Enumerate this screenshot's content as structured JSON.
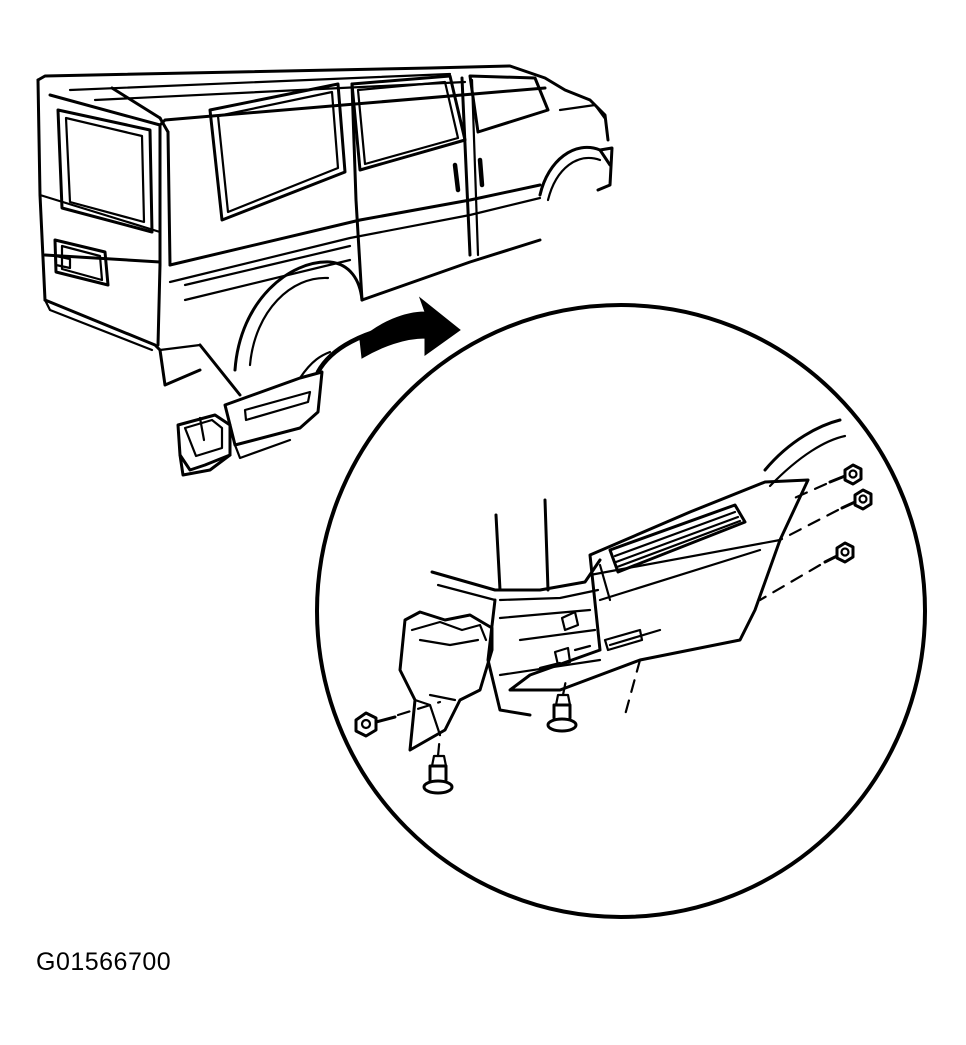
{
  "figure": {
    "id_label": "G01566700"
  },
  "colors": {
    "ink": "#000000",
    "paper": "#ffffff"
  },
  "parts": [
    "van-body",
    "rear-lower-quarter-panel",
    "rear-corner-bracket",
    "detail-callout-arrow",
    "detail-magnifier-circle",
    "bolt",
    "push-nut"
  ]
}
